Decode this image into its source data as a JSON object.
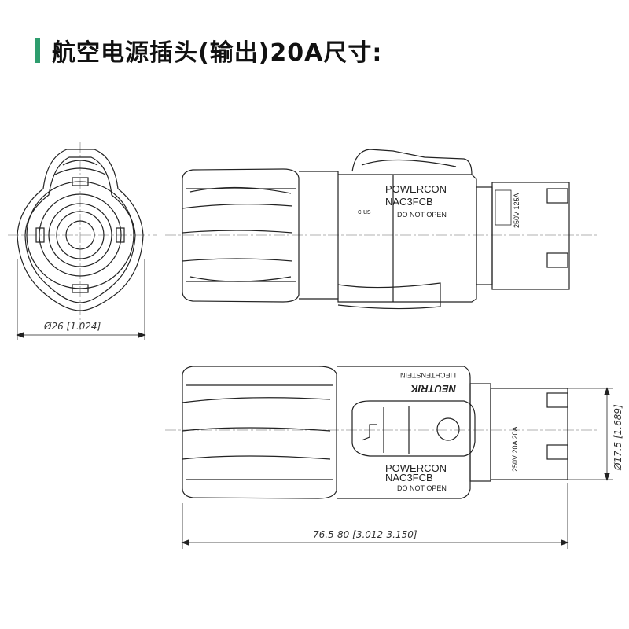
{
  "title": "航空电源插头(输出)20A尺寸:",
  "accent_color": "#2e9d6e",
  "dimensions": {
    "diameter": "Ø26  [1.024]",
    "height": "Ø17.5  [1.689]",
    "length": "76.5-80  [3.012-3.150]"
  },
  "labels": {
    "brand_top": "POWERCON",
    "model_top": "NAC3FCB",
    "warning_top": "DO NOT OPEN",
    "ul_mark": "c  us",
    "side_rating_top": "250V 125A",
    "brand_bottom": "POWERCON",
    "model_bottom": "NAC3FCB",
    "warning_bottom": "DO NOT OPEN",
    "maker_small": "LIECHTENSTEIN",
    "maker_big": "NEUTRIK",
    "side_rating_bottom": "250V 20A 20A"
  }
}
